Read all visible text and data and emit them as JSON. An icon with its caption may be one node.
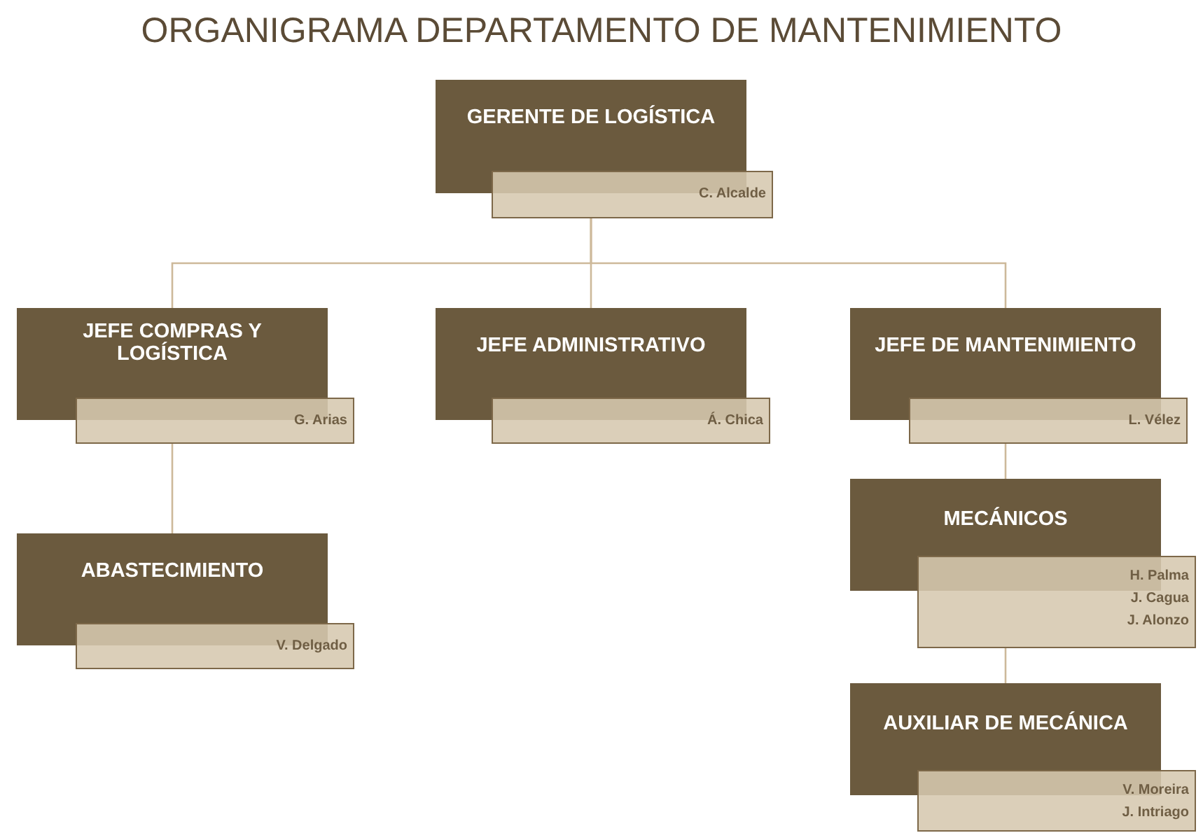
{
  "diagram": {
    "title": "ORGANIGRAMA DEPARTAMENTO DE MANTENIMIENTO",
    "nodes": [
      {
        "text": [
          "GERENTE DE LOGÍSTICA",
          "C. Alcalde"
        ]
      },
      {
        "text": [
          "JEFE COMPRAS Y LOGÍSTICA",
          "G. Arias"
        ]
      },
      {
        "text": [
          "JEFE ADMINISTRATIVO",
          "Á. Chica"
        ]
      },
      {
        "text": [
          "JEFE DE MANTENIMIENTO",
          "L. Vélez"
        ]
      },
      {
        "text": [
          "ABASTECIMIENTO",
          "V. Delgado"
        ]
      },
      {
        "text": [
          "MECÁNICOS",
          "H. Palma",
          "J. Cagua",
          "J. Alonzo"
        ]
      },
      {
        "text": [
          "AUXILIAR DE MECÁNICA",
          "V. Moreira",
          "J. Intriago"
        ]
      }
    ],
    "edges": [
      {
        "from": 0,
        "to": 1,
        "arrow": "none"
      },
      {
        "from": 0,
        "to": 2,
        "arrow": "none"
      },
      {
        "from": 0,
        "to": 3,
        "arrow": "none"
      },
      {
        "from": 1,
        "to": 4,
        "arrow": "none"
      },
      {
        "from": 3,
        "to": 5,
        "arrow": "none"
      },
      {
        "from": 5,
        "to": 6,
        "arrow": "none"
      }
    ]
  }
}
